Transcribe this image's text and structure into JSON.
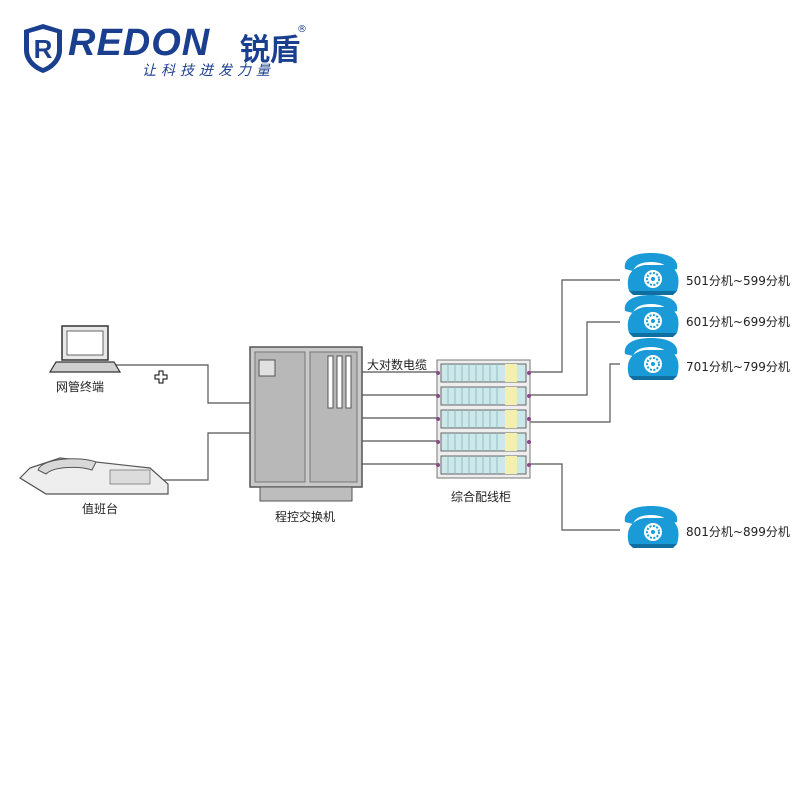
{
  "logo": {
    "wordmark": "REDON",
    "brand_cn": "锐盾",
    "registered": "®",
    "slogan": "让科技迸发力量",
    "color": "#1b3f8f"
  },
  "diagram": {
    "terminal_label": "网管终端",
    "console_label": "值班台",
    "pbx_label": "程控交换机",
    "cable_label": "大对数电缆",
    "cabinet_label": "综合配线柜",
    "phones": [
      {
        "label": "501分机~599分机"
      },
      {
        "label": "601分机~699分机"
      },
      {
        "label": "701分机~799分机"
      },
      {
        "label": "801分机~899分机"
      }
    ],
    "phone_color": "#1a9ad6",
    "line_color": "#555555"
  }
}
